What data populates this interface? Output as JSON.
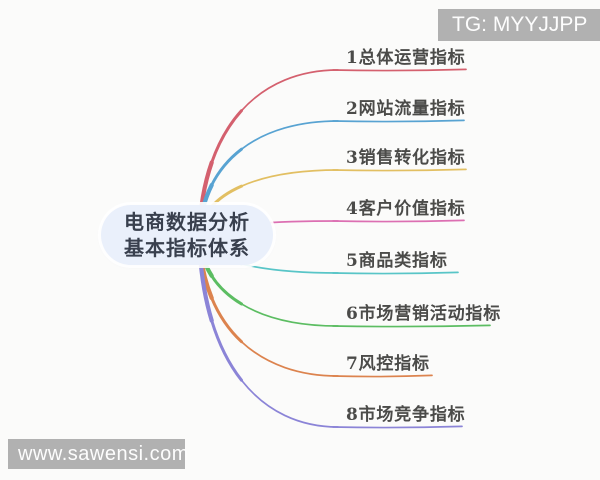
{
  "watermarks": {
    "top_right": "TG: MYYJJPP",
    "bottom_left": "www.sawensi.com"
  },
  "center": {
    "line1": "电商数据分析",
    "line2": "基本指标体系"
  },
  "branches": [
    {
      "label": "1总体运营指标",
      "color": "#d4606e"
    },
    {
      "label": "2网站流量指标",
      "color": "#58a3d2"
    },
    {
      "label": "3销售转化指标",
      "color": "#e2bf62"
    },
    {
      "label": "4客户价值指标",
      "color": "#dc6fb2"
    },
    {
      "label": "5商品类指标",
      "color": "#58c5c7"
    },
    {
      "label": "6市场营销活动指标",
      "color": "#5cbd62"
    },
    {
      "label": "7风控指标",
      "color": "#dc834e"
    },
    {
      "label": "8市场竞争指标",
      "color": "#8b84d7"
    }
  ],
  "colors": {
    "background": "#fbfbfa",
    "center_bg": "#eaf0fb",
    "center_text": "#39404e",
    "label_text": "#4b4b49",
    "watermark_bg": "#b1b1b1"
  }
}
